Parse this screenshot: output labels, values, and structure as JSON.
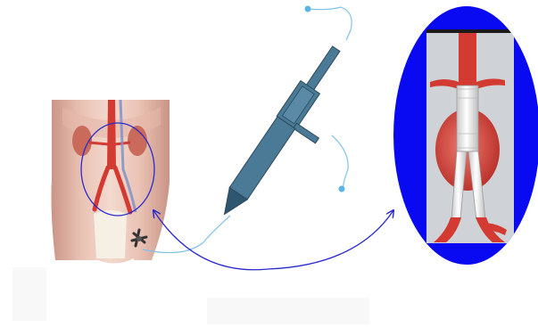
{
  "colors": {
    "background": "#ffffff",
    "device_body": "#4a7a96",
    "device_outline": "#2c4a5e",
    "device_tip": "#2f5670",
    "guide_wire": "#7fc3e6",
    "guide_wire_dot": "#5ab4e6",
    "connector_arrow": "#2a2acc",
    "highlight_circle": "#2a2acc",
    "callout_ellipse": "#0a0af2",
    "skin_light": "#f1d4c8",
    "skin_mid": "#dfb0a2",
    "skin_shadow": "#c99485",
    "kidney": "#c96a5a",
    "artery": "#d23a32",
    "aneurysm": "#d8463c",
    "graft_fabric": "#f4f4f4",
    "graft_stent": "#b8b8b8",
    "photo_background": "#cfd2d6",
    "photo_top_bar": "#1a1a1a",
    "instrument": "#333333"
  },
  "panels": {
    "anatomy_illustration": {
      "icon": "abdomen-anatomy-illustration"
    },
    "delivery_catheter": {
      "icon": "stent-graft-delivery-catheter"
    },
    "magnified_view": {
      "icon": "endovascular-stent-graft-in-aortic-aneurysm"
    }
  }
}
